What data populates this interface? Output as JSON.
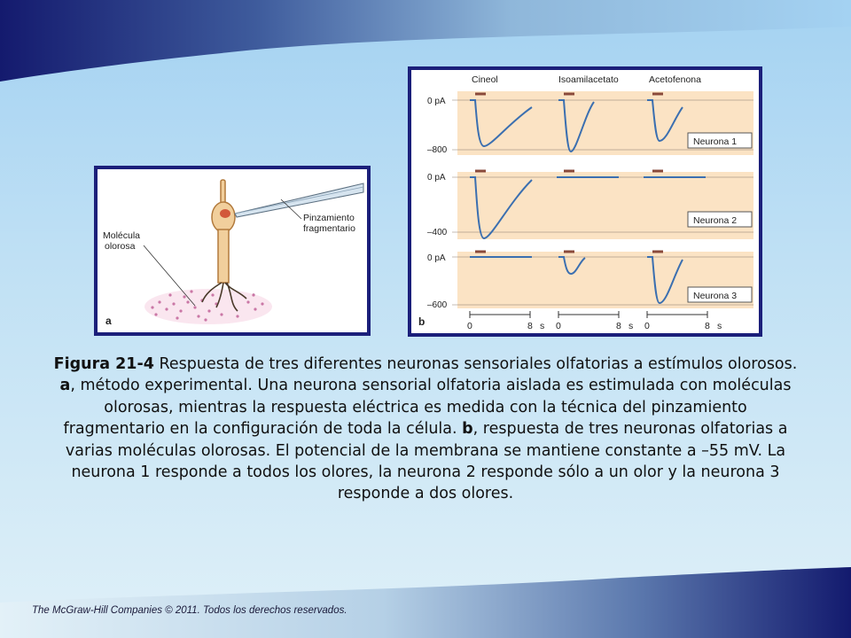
{
  "panel_a": {
    "letter": "a",
    "label_molecule": [
      "Molécula",
      "olorosa"
    ],
    "label_patch": [
      "Pinzamiento",
      "fragmentario"
    ]
  },
  "panel_b": {
    "letter": "b",
    "odors": [
      "Cineol",
      "Isoamilacetato",
      "Acetofenona"
    ],
    "neurons": [
      {
        "label": "Neurona 1",
        "y_top": "0 pA",
        "y_bottom": "–800"
      },
      {
        "label": "Neurona 2",
        "y_top": "0 pA",
        "y_bottom": "–400"
      },
      {
        "label": "Neurona 3",
        "y_top": "0 pA",
        "y_bottom": "–600"
      }
    ],
    "x_axis": {
      "start": "0",
      "end": "8",
      "unit": "s"
    }
  },
  "chart_data": {
    "type": "line",
    "xlabel": "s",
    "xlim": [
      0,
      8
    ],
    "panels": [
      {
        "name": "Neurona 1",
        "ylim": [
          -800,
          0
        ],
        "responds": [
          true,
          true,
          true
        ]
      },
      {
        "name": "Neurona 2",
        "ylim": [
          -400,
          0
        ],
        "responds": [
          true,
          false,
          false
        ]
      },
      {
        "name": "Neurona 3",
        "ylim": [
          -600,
          0
        ],
        "responds": [
          false,
          true,
          true
        ]
      }
    ],
    "columns": [
      "Cineol",
      "Isoamilacetato",
      "Acetofenona"
    ]
  },
  "caption": {
    "figure_label": "Figura 21-4",
    "part1": " Respuesta de tres diferentes neuronas sensoriales olfatorias a estímulos olorosos. ",
    "a": "a",
    "part2": ", método experimental. Una neurona sensorial olfatoria aislada es estimulada con moléculas olorosas, mientras la respuesta eléctrica es medida con la técnica del pinzamiento fragmentario en la configuración de toda la célula. ",
    "b": "b",
    "part3": ", respuesta de tres neuronas olfatorias a varias moléculas olorosas. El potencial de la membrana se mantiene constante a –55 mV. La neurona 1 responde a todos los olores, la neurona 2 responde sólo a un olor y la neurona 3 responde a dos olores."
  },
  "footer": "The McGraw-Hill Companies © 2011. Todos los derechos reservados.",
  "colors": {
    "navy": "#1b1f7a",
    "trace": "#3b6fb0",
    "panel_bg": "#fbe3c4",
    "stim": "#8a4a3a"
  }
}
